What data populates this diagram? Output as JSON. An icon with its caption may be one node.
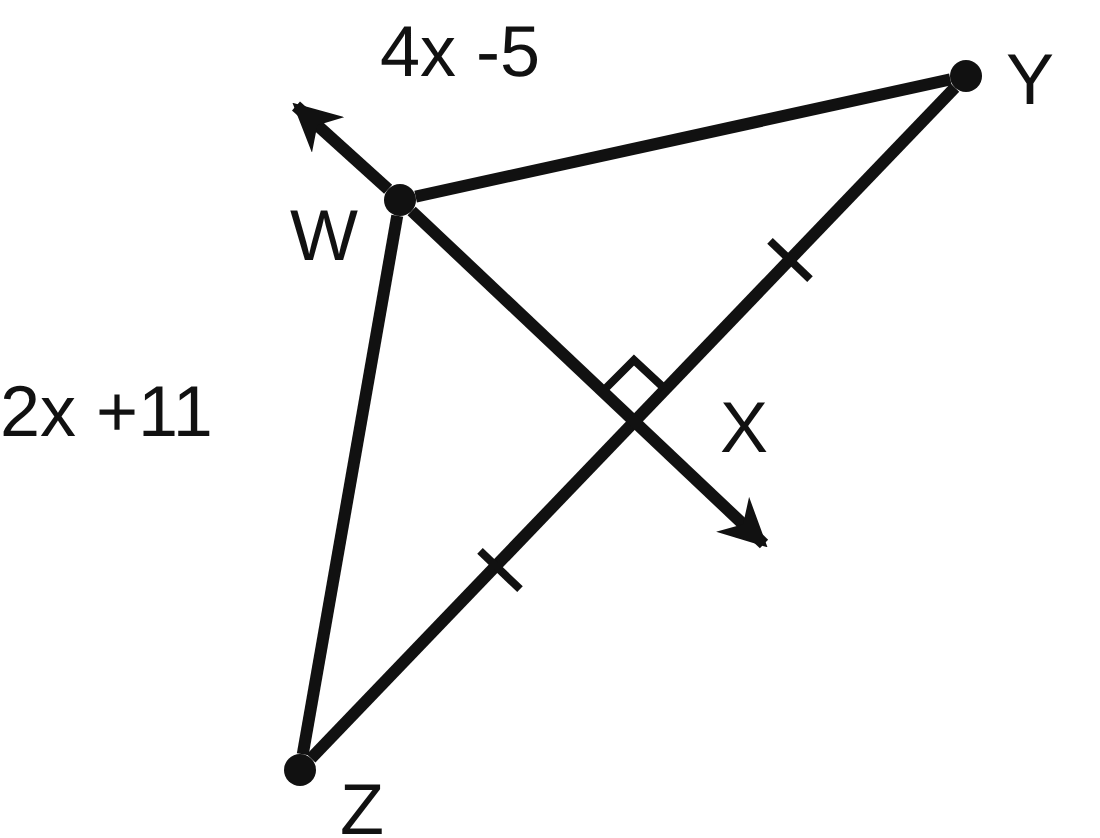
{
  "diagram": {
    "nodes": [
      {
        "text": [],
        "shape": "circle",
        "beside": [
          "W"
        ]
      },
      {
        "text": [],
        "shape": "circle",
        "beside": [
          "Y"
        ]
      },
      {
        "text": [],
        "shape": "circle",
        "beside": [
          "Z"
        ]
      }
    ],
    "edges": [
      {
        "from": 0,
        "to": 1,
        "arrow": "none",
        "label": "4x -5"
      },
      {
        "from": 0,
        "to": 2,
        "arrow": "none",
        "label": "2x +11"
      },
      {
        "from": 1,
        "to": 2,
        "arrow": "none"
      },
      {
        "from": 0,
        "to": null,
        "arrow": "to"
      },
      {
        "from": 0,
        "to": null,
        "arrow": "to"
      }
    ],
    "labels": [
      "X"
    ]
  }
}
